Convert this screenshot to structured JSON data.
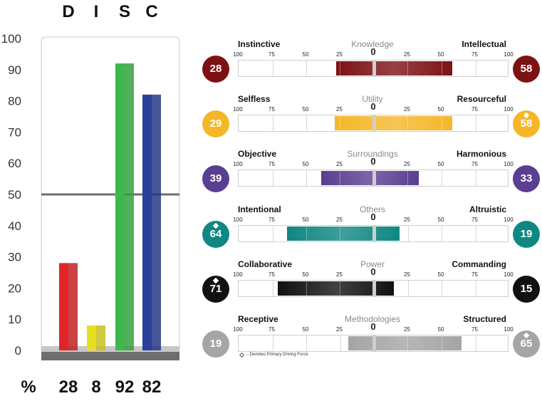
{
  "chart_data": [
    {
      "type": "bar",
      "categories": [
        "D",
        "I",
        "S",
        "C"
      ],
      "values": [
        28,
        8,
        92,
        82
      ],
      "value_labels": [
        "28",
        "8",
        "92",
        "82"
      ],
      "percent_symbol": "%",
      "yticks": [
        "0",
        "10",
        "20",
        "30",
        "40",
        "50",
        "60",
        "70",
        "80",
        "90",
        "100"
      ],
      "ylim": [
        0,
        100
      ],
      "reference_line": 50,
      "colors": [
        "#e12428",
        "#e6df21",
        "#3cb94a",
        "#2b3f9c"
      ]
    },
    {
      "type": "bar",
      "orientation": "diverging-horizontal",
      "scale_labels": [
        "100",
        "75",
        "50",
        "25",
        "0",
        "25",
        "50",
        "75",
        "100"
      ],
      "xlim": [
        -100,
        100
      ],
      "drivers": [
        {
          "name": "Knowledge",
          "left_label": "Instinctive",
          "right_label": "Intellectual",
          "left_value": 28,
          "right_value": 58,
          "left_text": "28",
          "right_text": "58",
          "primary": "",
          "color": "#7d1214"
        },
        {
          "name": "Utility",
          "left_label": "Selfless",
          "right_label": "Resourceful",
          "left_value": 29,
          "right_value": 58,
          "left_text": "29",
          "right_text": "58",
          "primary": "right",
          "color": "#f4b728"
        },
        {
          "name": "Surroundings",
          "left_label": "Objective",
          "right_label": "Harmonious",
          "left_value": 39,
          "right_value": 33,
          "left_text": "39",
          "right_text": "33",
          "primary": "",
          "color": "#5a3e91"
        },
        {
          "name": "Others",
          "left_label": "Intentional",
          "right_label": "Altruistic",
          "left_value": 64,
          "right_value": 19,
          "left_text": "64",
          "right_text": "19",
          "primary": "left",
          "color": "#108782"
        },
        {
          "name": "Power",
          "left_label": "Collaborative",
          "right_label": "Commanding",
          "left_value": 71,
          "right_value": 15,
          "left_text": "71",
          "right_text": "15",
          "primary": "left",
          "color": "#111111"
        },
        {
          "name": "Methodologies",
          "left_label": "Receptive",
          "right_label": "Structured",
          "left_value": 19,
          "right_value": 65,
          "left_text": "19",
          "right_text": "65",
          "primary": "right",
          "color": "#a5a5a5"
        }
      ],
      "footnote": "- Denotes Primary Driving Force"
    }
  ]
}
